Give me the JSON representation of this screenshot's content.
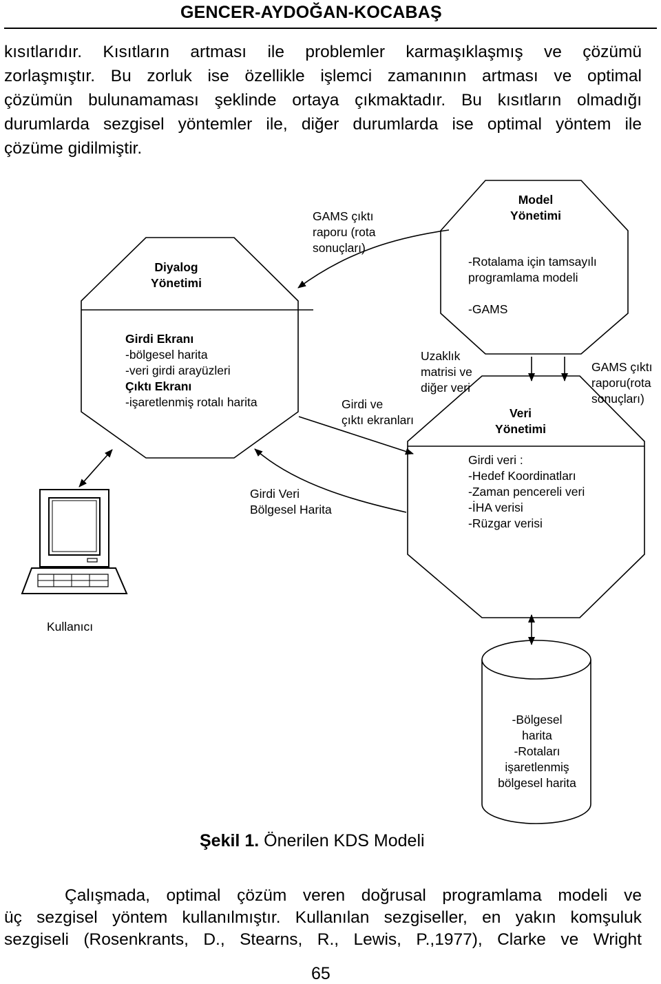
{
  "header": {
    "title": "GENCER-AYDOĞAN-KOCABAŞ"
  },
  "intro_paragraph": {
    "lines": [
      "kısıtlarıdır.  Kısıtların  artması  ile  problemler  karmaşıklaşmış  ve  çözümü",
      "zorlaşmıştır. Bu zorluk ise özellikle işlemci zamanının artması ve optimal",
      "çözümün bulunamaması şeklinde ortaya çıkmaktadır. Bu kısıtların olmadığı",
      "durumlarda sezgisel yöntemler ile, diğer durumlarda ise optimal yöntem ile",
      "çözüme gidilmiştir."
    ]
  },
  "figure": {
    "dialog": {
      "title_1": "Diyalog",
      "title_2": "Yönetimi",
      "items": [
        {
          "text": "Girdi Ekranı",
          "bold": true
        },
        {
          "text": "-bölgesel harita",
          "bold": false
        },
        {
          "text": "-veri girdi arayüzleri",
          "bold": false
        },
        {
          "text": "Çıktı Ekranı",
          "bold": true
        },
        {
          "text": "-işaretlenmiş rotalı harita",
          "bold": false
        }
      ]
    },
    "model": {
      "title_1": "Model",
      "title_2": "Yönetimi",
      "items": [
        "-Rotalama için tamsayılı",
        "programlama modeli",
        "-GAMS"
      ]
    },
    "data_mgmt": {
      "title_1": "Veri",
      "title_2": "Yönetimi",
      "items": [
        "Girdi veri :",
        "-Hedef Koordinatları",
        "-Zaman pencereli veri",
        "-İHA verisi",
        "-Rüzgar verisi"
      ]
    },
    "database": {
      "items": [
        "-Bölgesel",
        "harita",
        "-Rotaları",
        "işaretlenmiş",
        "bölgesel harita"
      ]
    },
    "user_label": "Kullanıcı",
    "arrow_labels": {
      "gams_report_top": [
        "GAMS çıktı",
        "raporu (rota",
        "sonuçları)"
      ],
      "distance_matrix": [
        "Uzaklık",
        "matrisi ve",
        "diğer veri"
      ],
      "gams_report_right": [
        "GAMS çıktı",
        "raporu(rota",
        "sonuçları)"
      ],
      "io_screens": [
        "Girdi ve",
        "çıktı ekranları"
      ],
      "input_data": [
        "Girdi Veri",
        "Bölgesel Harita"
      ]
    },
    "caption": {
      "prefix": "Şekil 1.",
      "text": " Önerilen KDS Modeli"
    }
  },
  "closing_paragraph": {
    "lines": [
      "Çalışmada, optimal çözüm veren doğrusal programlama modeli ve",
      "üç sezgisel yöntem kullanılmıştır. Kullanılan sezgiseller, en yakın komşuluk",
      "sezgiseli (Rosenkrants, D., Stearns, R., Lewis, P.,1977), Clarke ve Wright"
    ]
  },
  "page_number": "65"
}
